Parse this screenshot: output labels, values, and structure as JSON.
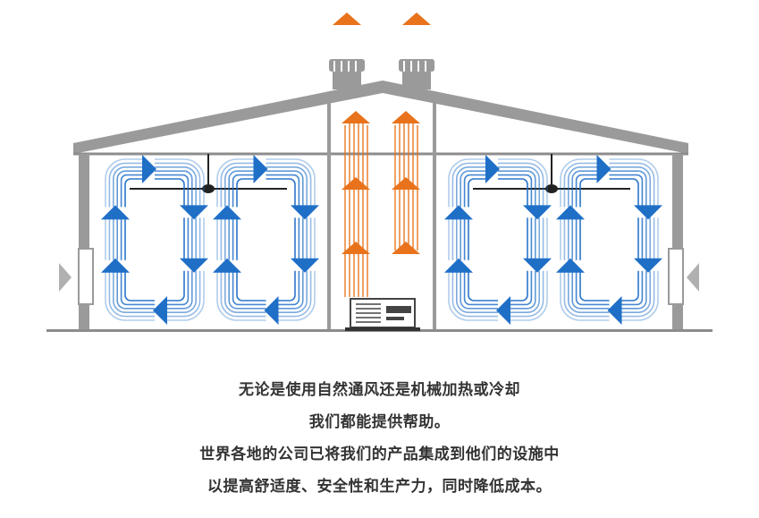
{
  "caption": {
    "line1": "无论是使用自然通风还是机械加热或冷却",
    "line2": "我们都能提供帮助。",
    "line3": "世界各地的公司已将我们的产品集成到他们的设施中",
    "line4": "以提高舒适度、安全性和生产力，同时降低成本。"
  },
  "colors": {
    "structure": "#8c8c8c",
    "cool_airflow": "#1f6fc7",
    "warm_airflow": "#e8731c",
    "intake_arrow": "#b5b5b5",
    "text": "#333333"
  },
  "icons": {
    "roof_vent": "roof-ventilator-icon",
    "ceiling_fan": "ceiling-fan-icon",
    "heater": "heater-unit-icon",
    "inlet": "air-intake-arrow-icon"
  }
}
